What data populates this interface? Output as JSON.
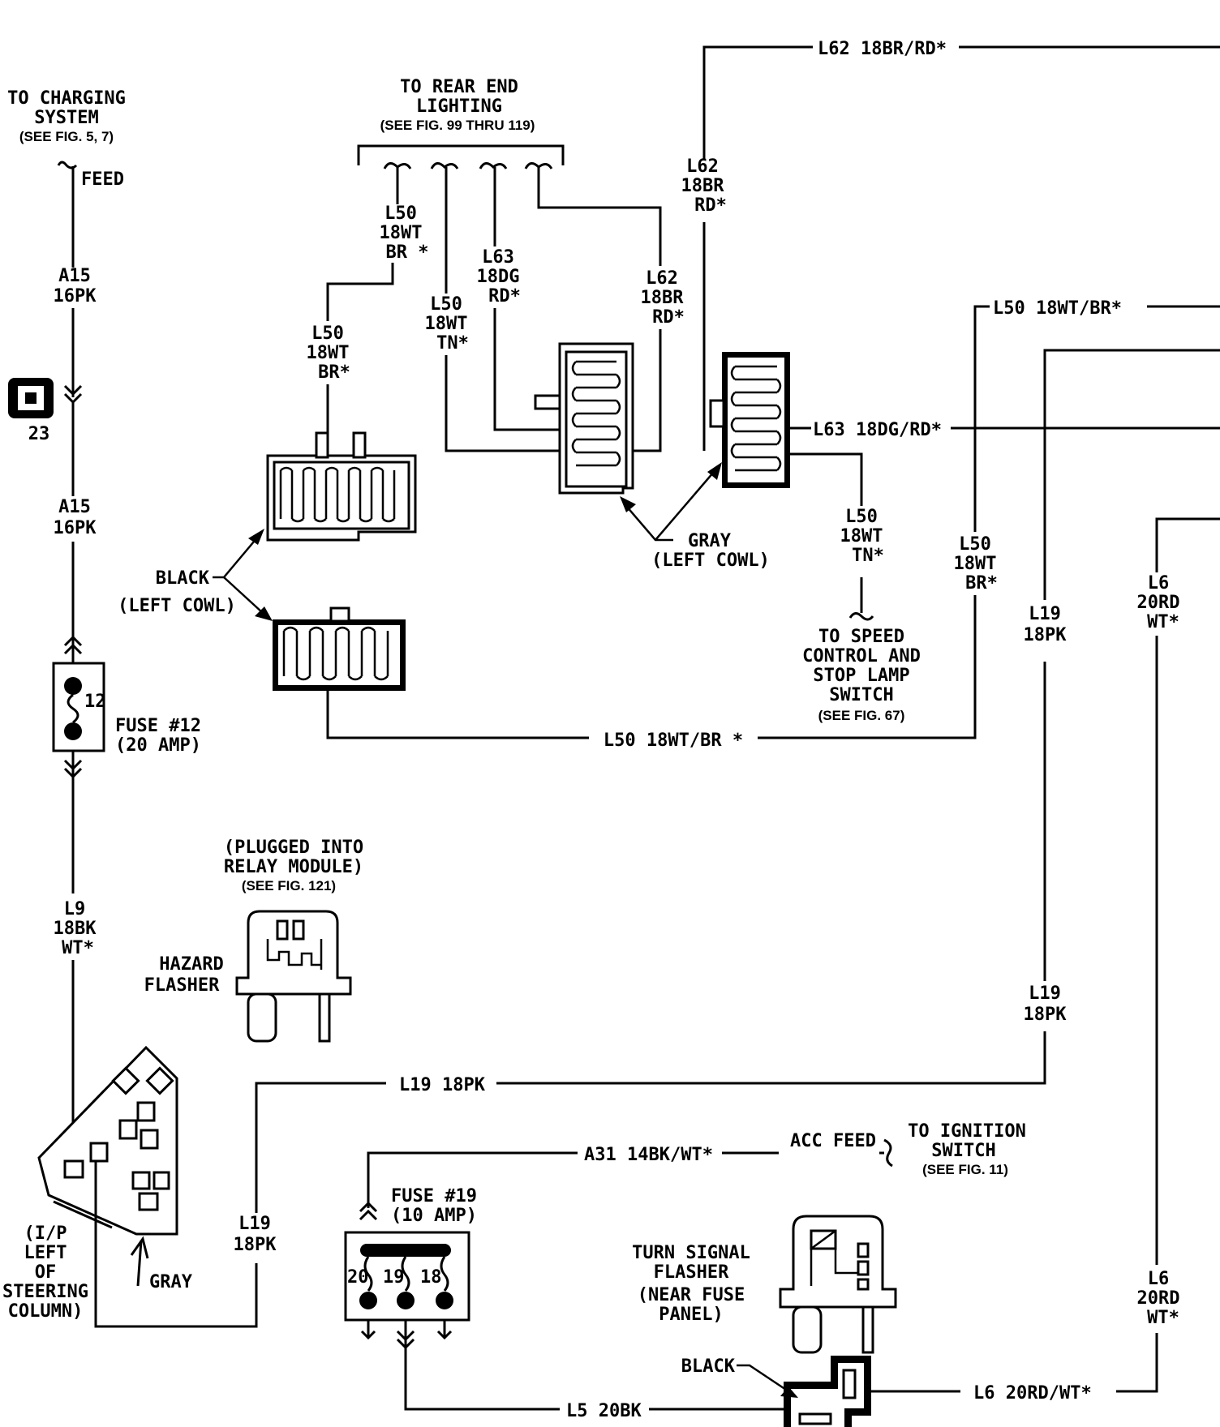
{
  "charging": {
    "line1": "TO CHARGING",
    "line2": "SYSTEM",
    "ref": "(SEE FIG. 5, 7)",
    "feed": "FEED"
  },
  "a15_upper": {
    "circuit": "A15",
    "gauge": "16PK"
  },
  "a15_lower": {
    "circuit": "A15",
    "gauge": "16PK"
  },
  "splice": {
    "number": "23"
  },
  "fuse12": {
    "label": "FUSE #12",
    "rating": "(20 AMP)",
    "cavity": "12"
  },
  "l9": {
    "circuit": "L9",
    "gauge": "18BK",
    "color": "WT*"
  },
  "rear_lighting": {
    "line1": "TO REAR END",
    "line2": "LIGHTING",
    "ref": "(SEE FIG. 99 THRU 119)"
  },
  "l50_a": {
    "circuit": "L50",
    "gauge": "18WT",
    "color": "BR *"
  },
  "l50_b": {
    "circuit": "L50",
    "gauge": "18WT",
    "color": "BR*"
  },
  "l50_c": {
    "circuit": "L50",
    "gauge": "18WT",
    "color": "TN*"
  },
  "l63_a": {
    "circuit": "L63",
    "gauge": "18DG",
    "color": "RD*"
  },
  "l62_a": {
    "circuit": "L62",
    "gauge": "18BR",
    "color": "RD*"
  },
  "l62_b": {
    "circuit": "L62",
    "gauge": "18BR",
    "color": "RD*"
  },
  "l62_top": "L62 18BR/RD*",
  "l50_right": "L50 18WT/BR*",
  "l63_right": "L63 18DG/RD*",
  "l50_d": {
    "circuit": "L50",
    "gauge": "18WT",
    "color": "TN*"
  },
  "l50_e": {
    "circuit": "L50",
    "gauge": "18WT",
    "color": "BR*"
  },
  "l50_bottom": "L50 18WT/BR *",
  "speed_control": {
    "line1": "TO SPEED",
    "line2": "CONTROL AND",
    "line3": "STOP LAMP",
    "line4": "SWITCH",
    "ref": "(SEE FIG. 67)"
  },
  "black_connectors": {
    "label": "BLACK",
    "location": "(LEFT COWL)"
  },
  "gray_connectors": {
    "label": "GRAY",
    "location": "(LEFT COWL)"
  },
  "l19_upper": {
    "circuit": "L19",
    "gauge": "18PK"
  },
  "l19_mid": {
    "circuit": "L19",
    "gauge": "18PK"
  },
  "l19_left": {
    "circuit": "L19",
    "gauge": "18PK"
  },
  "l19_h": "L19 18PK",
  "l6_upper": {
    "circuit": "L6",
    "gauge": "20RD",
    "color": "WT*"
  },
  "l6_lower": {
    "circuit": "L6",
    "gauge": "20RD",
    "color": "WT*"
  },
  "l6_h": "L6 20RD/WT*",
  "hazard": {
    "note1": "(PLUGGED INTO",
    "note2": "RELAY MODULE)",
    "ref": "(SEE FIG. 121)",
    "name1": "HAZARD",
    "name2": "FLASHER"
  },
  "ip_connector": {
    "line1": "(I/P",
    "line2": "LEFT",
    "line3": "OF",
    "line4": "STEERING",
    "line5": "COLUMN)",
    "gray": "GRAY"
  },
  "a31": "A31 14BK/WT*",
  "acc_feed": "ACC FEED",
  "ignition": {
    "line1": "TO IGNITION",
    "line2": "SWITCH",
    "ref": "(SEE FIG. 11)"
  },
  "fuse19": {
    "label": "FUSE #19",
    "rating": "(10 AMP)",
    "cav20": "20",
    "cav19": "19",
    "cav18": "18"
  },
  "turn_flasher": {
    "line1": "TURN SIGNAL",
    "line2": "FLASHER",
    "line3": "(NEAR FUSE",
    "line4": "PANEL)"
  },
  "black_conn2": "BLACK",
  "l5": "L5 20BK"
}
